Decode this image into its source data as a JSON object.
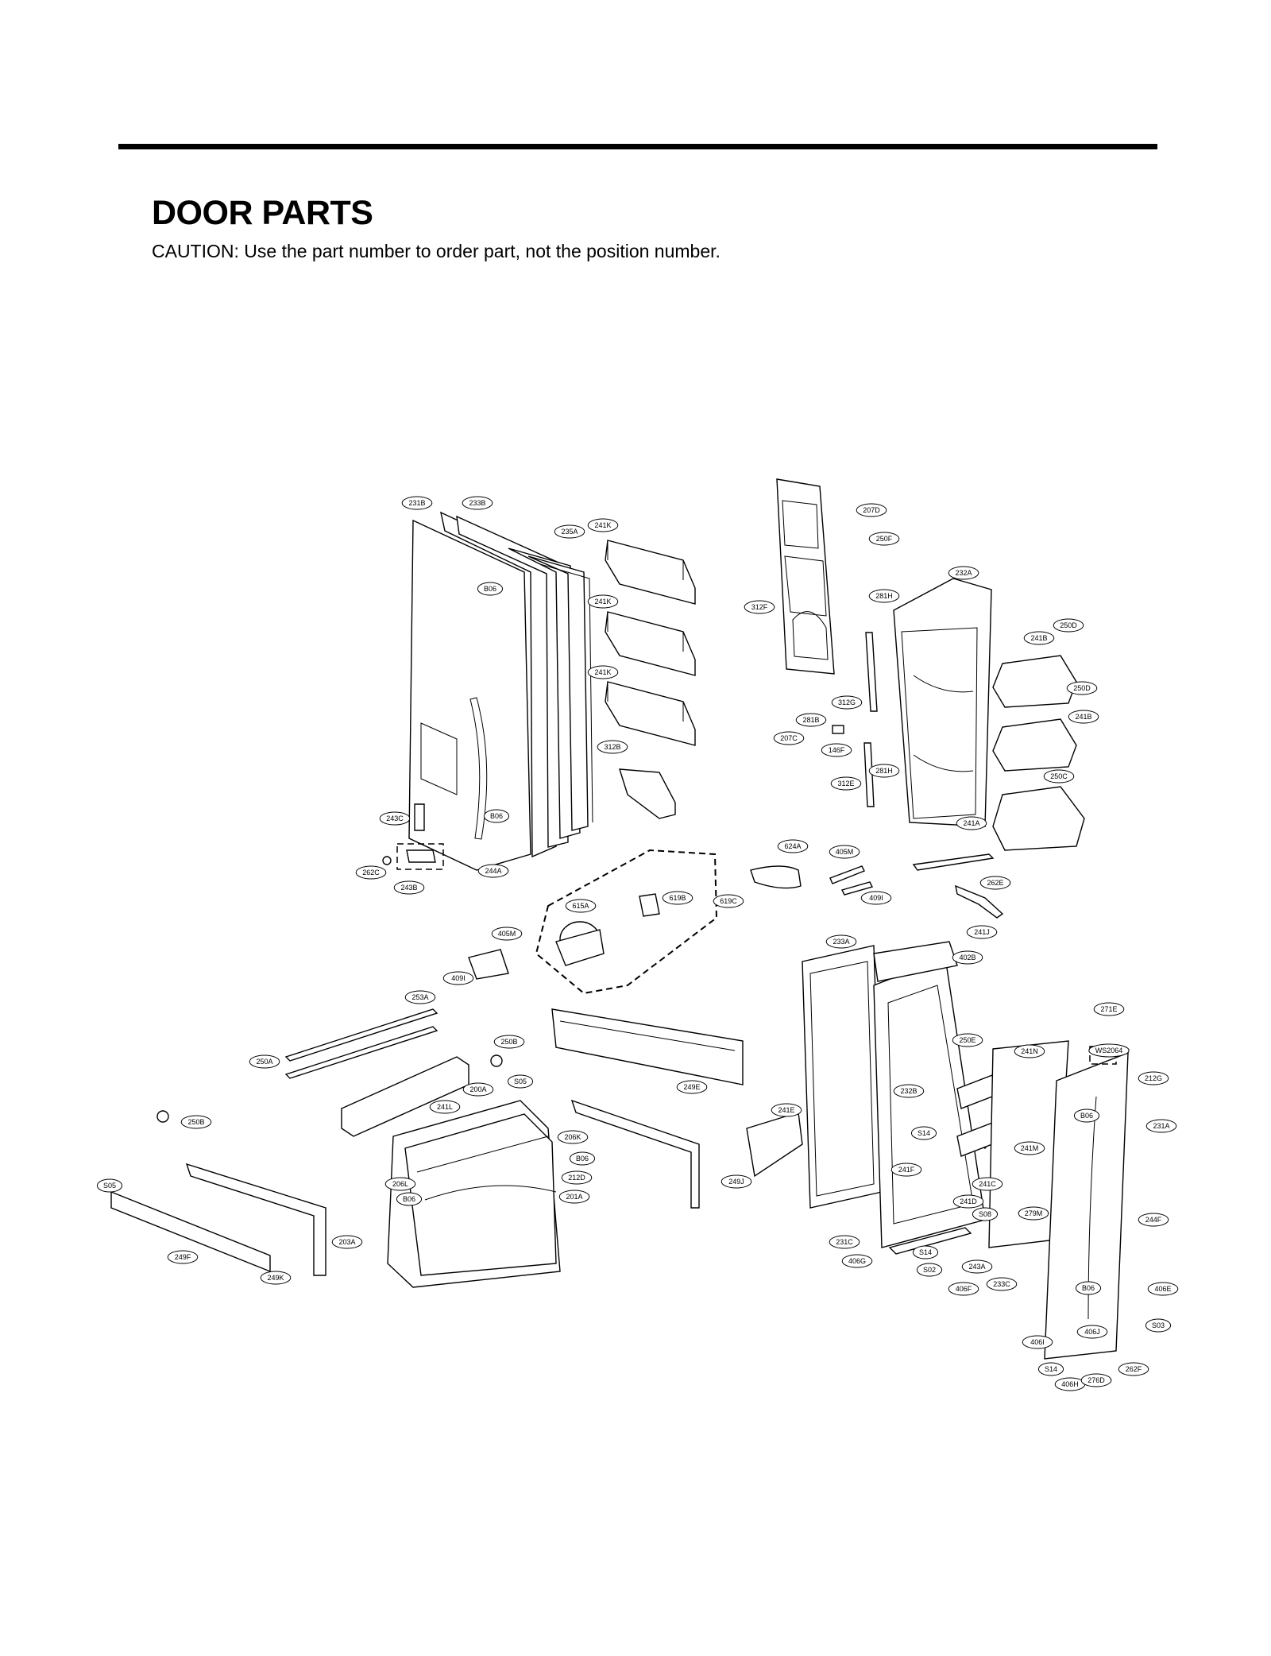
{
  "header": {
    "title": "DOOR PARTS",
    "caution": "CAUTION: Use the part number to order part, not the position number."
  },
  "callouts": [
    "231B",
    "233B",
    "235A",
    "241K",
    "241K",
    "241K",
    "312B",
    "B06",
    "B06",
    "243C",
    "262C",
    "243B",
    "244A",
    "207D",
    "250F",
    "232A",
    "281H",
    "312F",
    "250D",
    "241B",
    "250D",
    "241B",
    "312G",
    "281B",
    "207C",
    "146F",
    "281H",
    "312E",
    "250C",
    "241A",
    "624A",
    "405M",
    "409I",
    "262E",
    "619B",
    "619C",
    "615A",
    "405M",
    "409I",
    "241J",
    "233A",
    "402B",
    "253A",
    "250A",
    "250B",
    "S05",
    "249E",
    "200A",
    "241L",
    "250B",
    "206K",
    "B06",
    "212D",
    "201A",
    "206L",
    "B06",
    "S05",
    "249F",
    "249K",
    "203A",
    "249J",
    "241E",
    "232B",
    "S14",
    "241F",
    "250E",
    "241N",
    "241M",
    "241C",
    "241D",
    "S08",
    "279M",
    "271E",
    "WS2064",
    "212G",
    "B06",
    "231A",
    "244F",
    "231C",
    "406G",
    "S14",
    "S02",
    "243A",
    "406F",
    "233C",
    "B06",
    "406E",
    "406J",
    "S03",
    "406I",
    "S14",
    "406H",
    "276D",
    "262F"
  ]
}
